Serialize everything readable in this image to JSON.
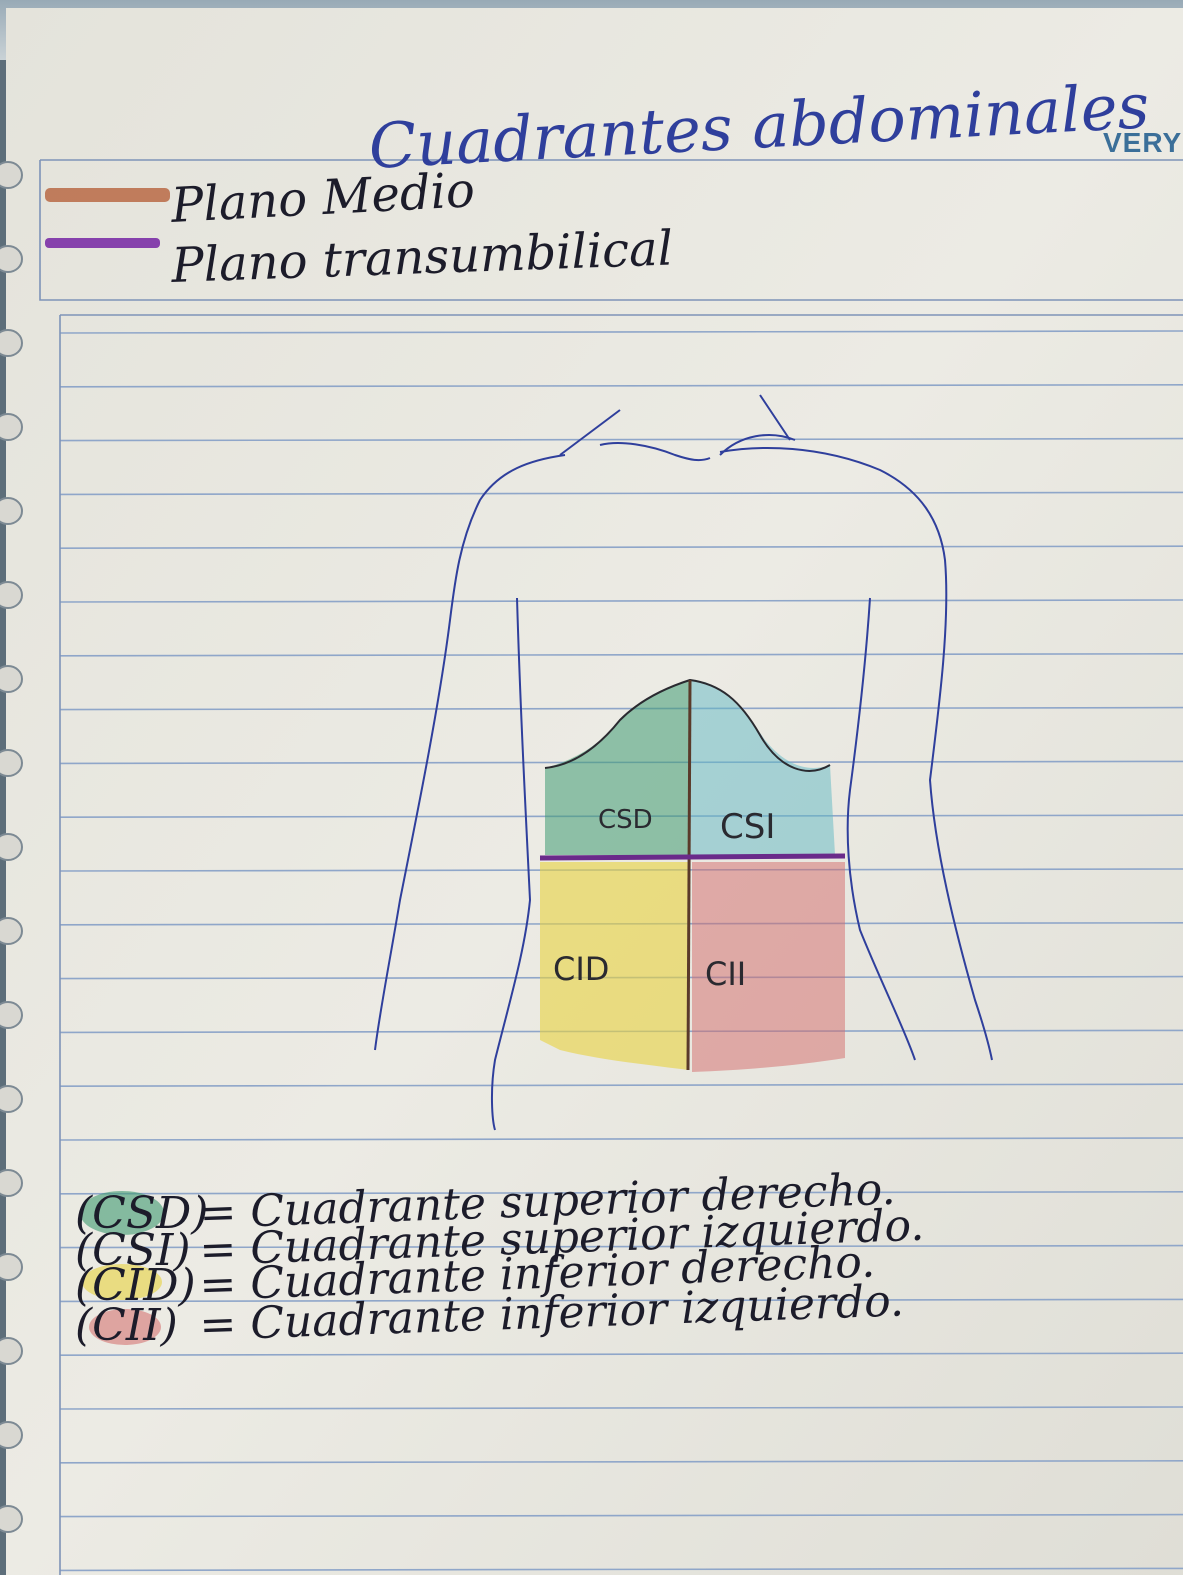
{
  "page": {
    "title": "Cuadrantes abdominales",
    "brand": "VERYG"
  },
  "legend": [
    {
      "label": "Plano Medio",
      "color": "#b86a45"
    },
    {
      "label": "Plano transumbilical",
      "color": "#7b2fa6"
    }
  ],
  "quadrants": [
    {
      "code": "CSD",
      "color": "#3f9a72"
    },
    {
      "code": "CSI",
      "color": "#5fb7c4"
    },
    {
      "code": "CID",
      "color": "#e8d23f"
    },
    {
      "code": "CII",
      "color": "#d46a6a"
    }
  ],
  "definitions": [
    {
      "code": "(CSD)",
      "text": "= Cuadrante superior derecho."
    },
    {
      "code": "(CSI)",
      "text": "= Cuadrante superior izquierdo."
    },
    {
      "code": "(CID)",
      "text": "= Cuadrante inferior derecho."
    },
    {
      "code": "(CII)",
      "text": "= Cuadrante inferior izquierdo."
    }
  ],
  "colors": {
    "paper": "#ecebe4",
    "rule_line": "#8fa6c9",
    "ink_blue": "#2f3f9c",
    "ink_black": "#1c1c2a"
  }
}
